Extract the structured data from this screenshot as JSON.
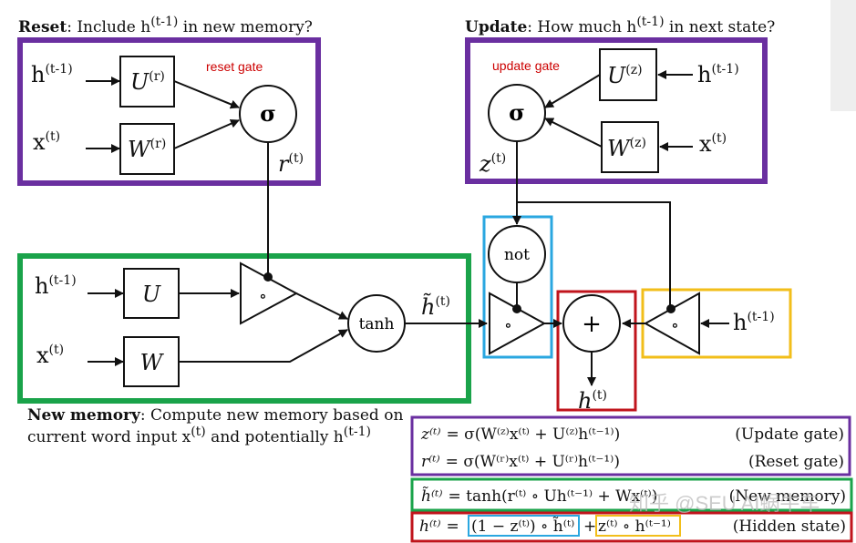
{
  "captions": {
    "reset_title": "Reset",
    "reset_text": ": Include h",
    "reset_sup": "(t-1)",
    "reset_tail": " in new memory?",
    "update_title": "Update",
    "update_text": ": How much h",
    "update_sup": "(t-1)",
    "update_tail": " in next state?",
    "newmem_title": "New memory",
    "newmem_text": ": Compute new memory based on",
    "newmem_line2": "current word input x",
    "newmem_line2_sup": "(t)",
    "newmem_line2_tail": " and potentially h",
    "newmem_line2_sup2": "(t-1)"
  },
  "annotations": {
    "reset_gate": "reset gate",
    "update_gate": "update gate"
  },
  "nodes": {
    "h": "h",
    "x": "x",
    "sup_prev": "(t-1)",
    "sup_t": "(t)",
    "U_r": "U",
    "U_r_sup": "(r)",
    "W_r": "W",
    "W_r_sup": "(r)",
    "U_z": "U",
    "U_z_sup": "(z)",
    "W_z": "W",
    "W_z_sup": "(z)",
    "U": "U",
    "W": "W",
    "sigma": "σ",
    "tanh": "tanh",
    "not": "not",
    "plus": "+",
    "hadamard": "∘",
    "r": "r",
    "z": "z",
    "h_tilde": "h̃"
  },
  "equations": [
    {
      "lhs": "z⁽ᵗ⁾",
      "rhs": "= σ(W⁽ᶻ⁾x⁽ᵗ⁾ + U⁽ᶻ⁾h⁽ᵗ⁻¹⁾)",
      "label": "(Update gate)"
    },
    {
      "lhs": "r⁽ᵗ⁾",
      "rhs": "= σ(W⁽ʳ⁾x⁽ᵗ⁾ + U⁽ʳ⁾h⁽ᵗ⁻¹⁾)",
      "label": "(Reset gate)"
    },
    {
      "lhs": "h̃⁽ᵗ⁾",
      "rhs": "= tanh(r⁽ᵗ⁾ ∘ Uh⁽ᵗ⁻¹⁾ + Wx⁽ᵗ⁾)",
      "label": "(New memory)"
    },
    {
      "lhs": "h⁽ᵗ⁾",
      "rhs_a": "(1 − z⁽ᵗ⁾) ∘ h̃⁽ᵗ⁾",
      "rhs_b": "z⁽ᵗ⁾ ∘ h⁽ᵗ⁻¹⁾",
      "label": "(Hidden state)"
    }
  ],
  "watermark": "知乎 @SEU AI蜗牛车",
  "colors": {
    "purple": "#6a2fa0",
    "green": "#1aa34a",
    "blue": "#2aa7e0",
    "red": "#c0141c",
    "yellow": "#f2be1a",
    "annotation_red": "#cc0000"
  }
}
